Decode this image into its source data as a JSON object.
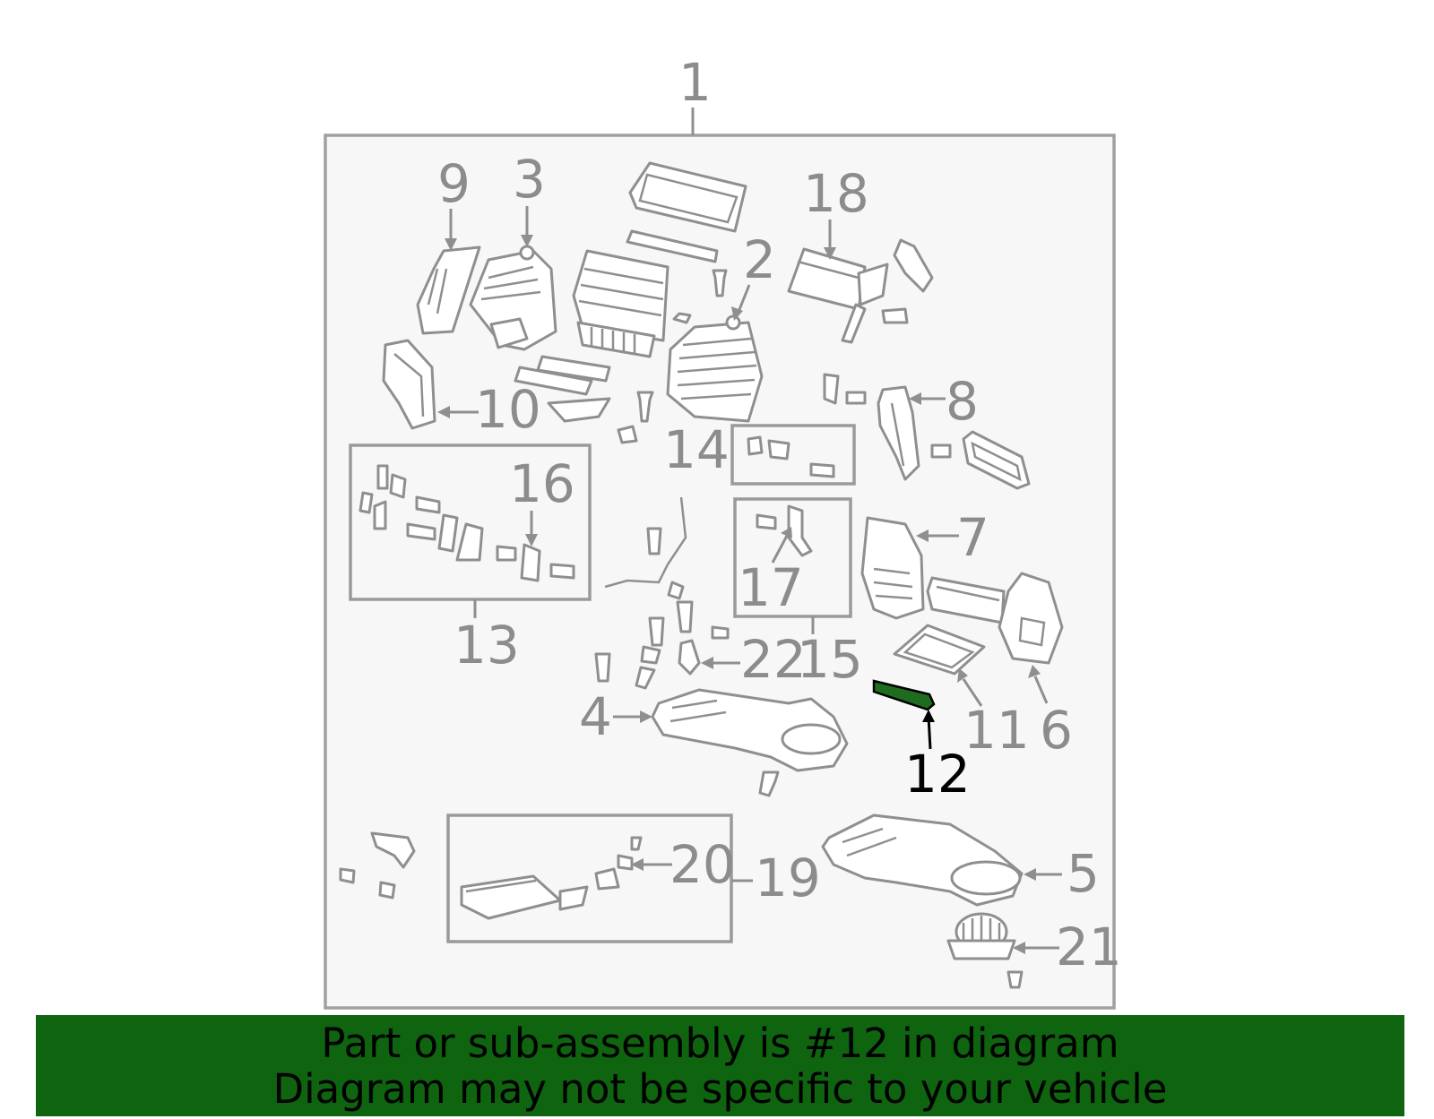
{
  "diagram": {
    "labels": {
      "l1": "1",
      "l2": "2",
      "l3": "3",
      "l4": "4",
      "l5": "5",
      "l6": "6",
      "l7": "7",
      "l8": "8",
      "l9": "9",
      "l10": "10",
      "l11": "11",
      "l12": "12",
      "l13": "13",
      "l14": "14",
      "l15": "15",
      "l16": "16",
      "l17": "17",
      "l18": "18",
      "l19": "19",
      "l20": "20",
      "l21": "21",
      "l22": "22"
    },
    "highlight_part": "12",
    "colors": {
      "highlight_fill": "#1f6b1f",
      "label": "#8c8c8c",
      "line": "#8f8f8f",
      "background": "#f7f7f7",
      "banner": "#0f640f"
    }
  },
  "banner": {
    "line1": "Part or sub-assembly is #12 in diagram",
    "line2": "Diagram may not be specific to your vehicle"
  }
}
